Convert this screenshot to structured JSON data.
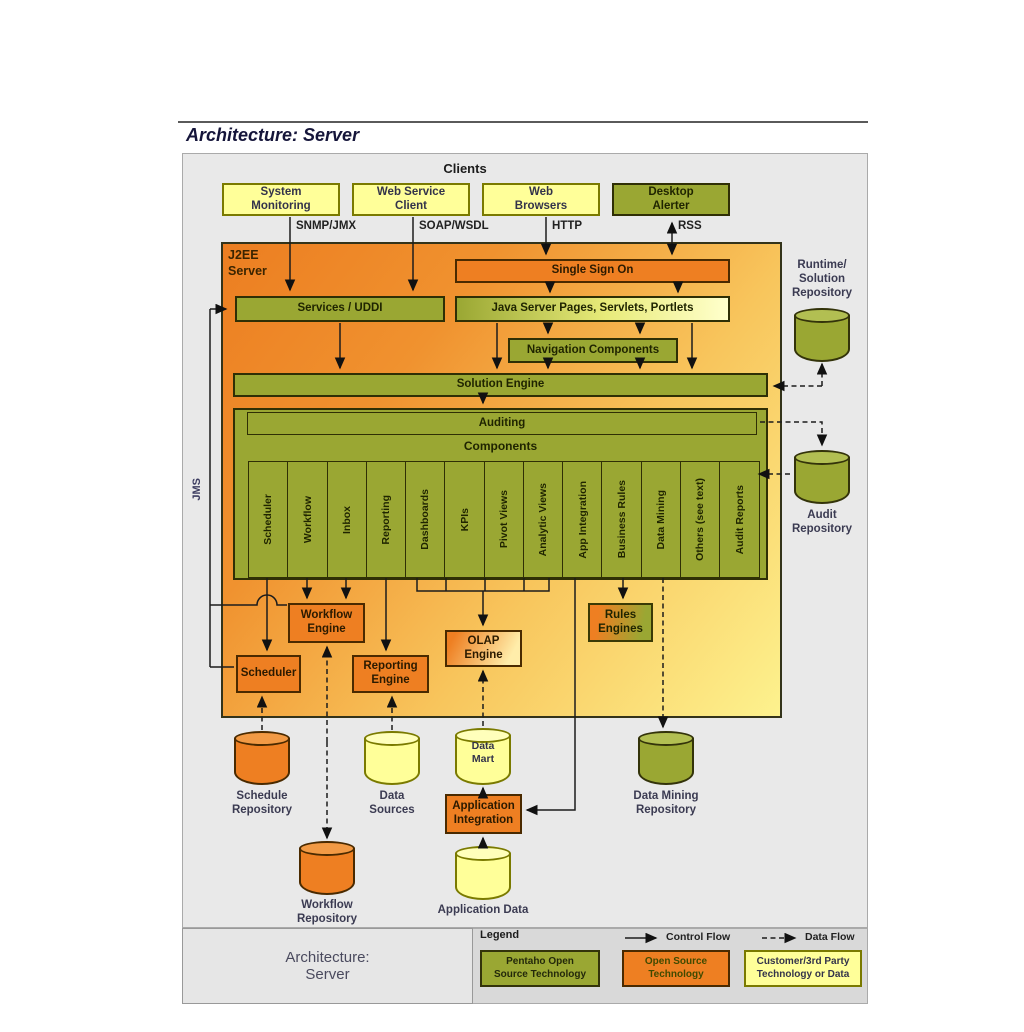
{
  "title": "Architecture: Server",
  "clients": {
    "heading": "Clients",
    "boxes": [
      {
        "label": "System\nMonitoring"
      },
      {
        "label": "Web Service\nClient"
      },
      {
        "label": "Web\nBrowsers"
      },
      {
        "label": "Desktop\nAlerter"
      }
    ],
    "protocols": {
      "snmp": "SNMP/JMX",
      "soap": "SOAP/WSDL",
      "http": "HTTP",
      "rss": "RSS"
    }
  },
  "server": {
    "label": "J2EE\nServer",
    "jms": "JMS",
    "single_sign_on": "Single Sign On",
    "services_uddi": "Services / UDDI",
    "jsp": "Java Server Pages, Servlets, Portlets",
    "navigation": "Navigation Components",
    "solution_engine": "Solution Engine",
    "auditing": "Auditing",
    "components_label": "Components",
    "columns": [
      "Scheduler",
      "Workflow",
      "Inbox",
      "Reporting",
      "Dashboards",
      "KPIs",
      "Pivot Views",
      "Analytic Views",
      "App Integration",
      "Business Rules",
      "Data Mining",
      "Others (see text)",
      "Audit Reports"
    ],
    "engines": {
      "workflow": "Workflow\nEngine",
      "scheduler": "Scheduler",
      "reporting": "Reporting\nEngine",
      "olap": "OLAP\nEngine",
      "rules": "Rules\nEngines"
    }
  },
  "repositories": {
    "runtime": {
      "label": "Runtime/\nSolution\nRepository"
    },
    "audit": {
      "label": "Audit\nRepository"
    },
    "schedule": {
      "label": "Schedule\nRepository"
    },
    "workflow": {
      "label": "Workflow\nRepository"
    },
    "data_sources": {
      "label": "Data\nSources"
    },
    "data_mart": {
      "label": "Data\nMart"
    },
    "data_mining": {
      "label": "Data Mining\nRepository"
    },
    "application_data": {
      "label": "Application Data"
    }
  },
  "integration": {
    "application_integration": "Application\nIntegration"
  },
  "footer": {
    "panel_title": "Architecture:\nServer",
    "legend_label": "Legend",
    "control_flow": "Control Flow",
    "data_flow": "Data Flow",
    "keys": [
      {
        "label": "Pentaho Open\nSource Technology",
        "color": "#9aa733"
      },
      {
        "label": "Open Source\nTechnology",
        "color": "#ee7f22"
      },
      {
        "label": "Customer/3rd Party\nTechnology or Data",
        "color": "#ffff99"
      }
    ]
  },
  "colors": {
    "pentaho_green": "#9aa733",
    "open_source_orange": "#ee7f22",
    "customer_yellow": "#ffff99",
    "server_gradient_start": "#ec7e21",
    "server_gradient_end": "#fdf28e"
  }
}
